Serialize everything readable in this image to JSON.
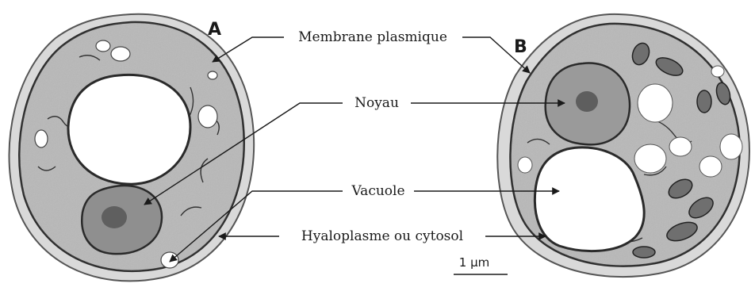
{
  "panels": {
    "a": "A",
    "b": "B"
  },
  "labels": {
    "membrane": "Membrane plasmique",
    "nucleus": "Noyau",
    "vacuole": "Vacuole",
    "cytosol": "Hyaloplasme ou cytosol"
  },
  "scale_bar": "1 µm",
  "colors": {
    "cytoplasm": "#b8b8b8",
    "wall": "#d9d9d9",
    "outline": "#2a2a2a",
    "vacuole": "#ffffff",
    "nucleus": "#8f8f8f"
  }
}
